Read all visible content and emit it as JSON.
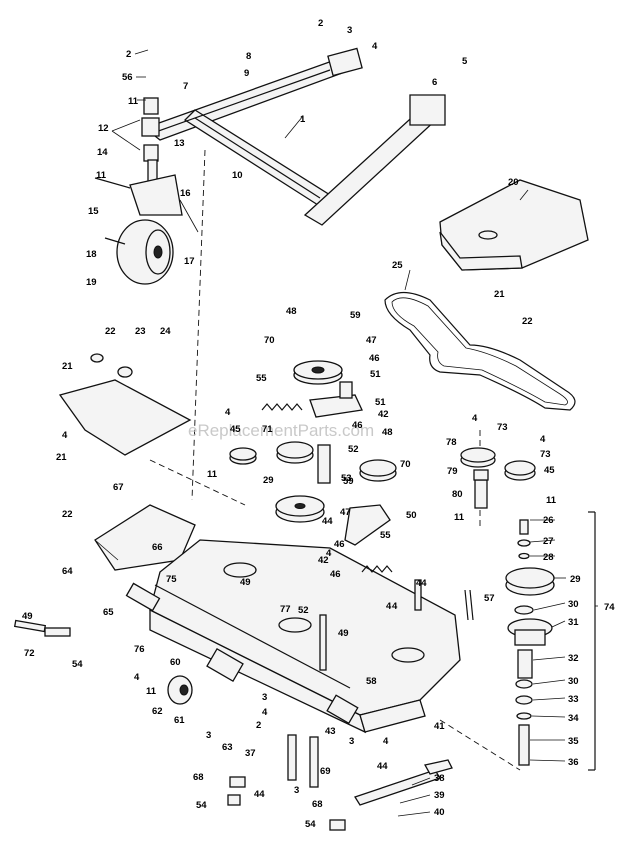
{
  "watermark": "eReplacementParts.com",
  "callouts": {
    "c1": "1",
    "c2a": "2",
    "c2b": "2",
    "c2c": "2",
    "c3a": "3",
    "c3b": "3",
    "c3c": "3",
    "c3d": "3",
    "c3e": "3",
    "c4a": "4",
    "c4b": "4",
    "c4c": "4",
    "c4d": "4",
    "c4e": "4",
    "c4f": "4",
    "c4g": "4",
    "c4h": "4",
    "c4i": "4",
    "c4j": "4",
    "c4k": "4",
    "c5": "5",
    "c6": "6",
    "c7": "7",
    "c8": "8",
    "c9": "9",
    "c10": "10",
    "c11a": "11",
    "c11b": "11",
    "c11c": "11",
    "c11d": "11",
    "c11e": "11",
    "c11f": "11",
    "c12": "12",
    "c13": "13",
    "c14": "14",
    "c15": "15",
    "c16": "16",
    "c17": "17",
    "c18": "18",
    "c19": "19",
    "c20": "20",
    "c21a": "21",
    "c21b": "21",
    "c21c": "21",
    "c22a": "22",
    "c22b": "22",
    "c22c": "22",
    "c23": "23",
    "c24": "24",
    "c25": "25",
    "c26": "26",
    "c27": "27",
    "c28": "28",
    "c29a": "29",
    "c29b": "29",
    "c30a": "30",
    "c30b": "30",
    "c31": "31",
    "c32": "32",
    "c33": "33",
    "c34": "34",
    "c35": "35",
    "c36": "36",
    "c37": "37",
    "c38": "38",
    "c39": "39",
    "c40": "40",
    "c41": "41",
    "c42a": "42",
    "c42b": "42",
    "c43": "43",
    "c44a": "44",
    "c44b": "44",
    "c44c": "44",
    "c44d": "44",
    "c45a": "45",
    "c45b": "45",
    "c46a": "46",
    "c46b": "46",
    "c46c": "46",
    "c46d": "46",
    "c47a": "47",
    "c47b": "47",
    "c48a": "48",
    "c48b": "48",
    "c49a": "49",
    "c49b": "49",
    "c49c": "49",
    "c50": "50",
    "c51": "51",
    "c52a": "52",
    "c52b": "52",
    "c53": "53",
    "c54a": "54",
    "c54b": "54",
    "c54c": "54",
    "c55a": "55",
    "c55b": "55",
    "c56": "56",
    "c57": "57",
    "c58": "58",
    "c59a": "59",
    "c59b": "59",
    "c60": "60",
    "c61": "61",
    "c62": "62",
    "c63": "63",
    "c64": "64",
    "c65": "65",
    "c66": "66",
    "c67": "67",
    "c68a": "68",
    "c68b": "68",
    "c69": "69",
    "c70a": "70",
    "c70b": "70",
    "c71": "71",
    "c72": "72",
    "c73a": "73",
    "c73b": "73",
    "c74": "74",
    "c75": "75",
    "c76": "76",
    "c77": "77",
    "c78": "78",
    "c79": "79",
    "c80": "80"
  }
}
